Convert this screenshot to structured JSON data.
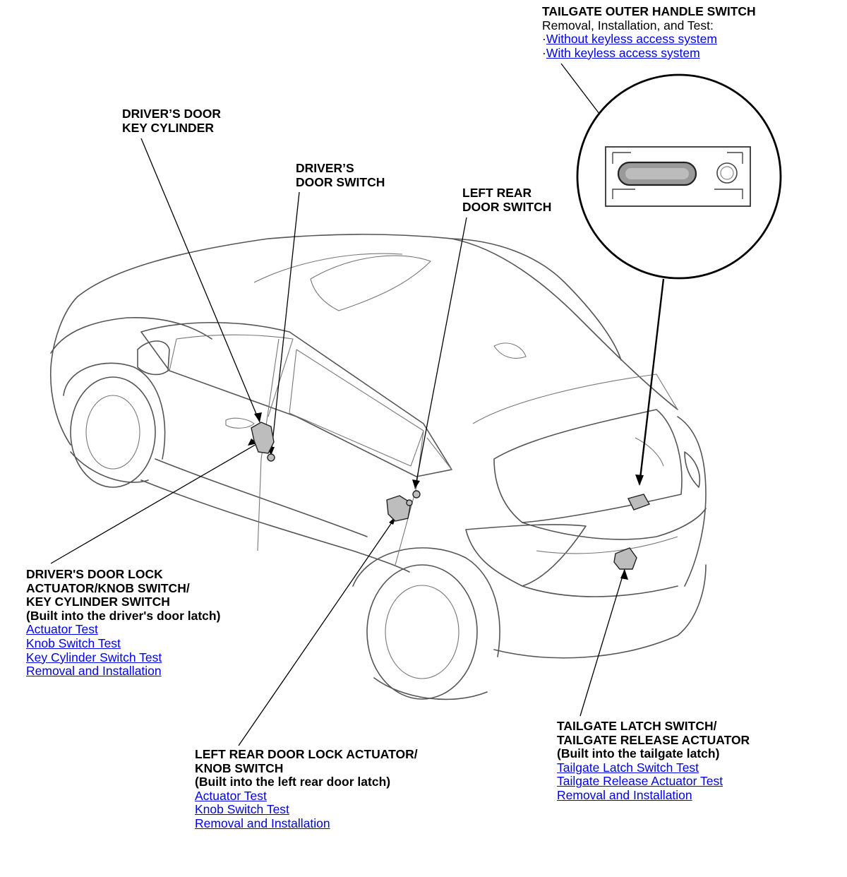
{
  "callouts": {
    "tailgate_handle": {
      "title": "TAILGATE OUTER HANDLE SWITCH",
      "subtitle": "Removal, Installation, and Test:",
      "links": [
        "Without keyless access system",
        "With keyless access system"
      ]
    },
    "driver_key_cylinder": {
      "lines": [
        "DRIVER’S DOOR",
        "KEY CYLINDER"
      ]
    },
    "driver_door_switch": {
      "lines": [
        "DRIVER’S",
        "DOOR SWITCH"
      ]
    },
    "left_rear_door_switch": {
      "lines": [
        "LEFT REAR",
        "DOOR SWITCH"
      ]
    },
    "driver_door_lock": {
      "lines": [
        "DRIVER'S DOOR LOCK",
        "ACTUATOR/KNOB SWITCH/",
        "KEY CYLINDER SWITCH",
        "(Built into the driver's door latch)"
      ],
      "links": [
        "Actuator Test",
        "Knob Switch Test",
        "Key Cylinder Switch Test",
        "Removal and Installation"
      ]
    },
    "left_rear_door_lock": {
      "lines": [
        "LEFT REAR DOOR LOCK ACTUATOR/",
        "KNOB SWITCH",
        "(Built into the left rear door latch)"
      ],
      "links": [
        "Actuator Test",
        "Knob Switch Test",
        "Removal and Installation"
      ]
    },
    "tailgate_latch": {
      "lines": [
        "TAILGATE LATCH SWITCH/",
        "TAILGATE RELEASE ACTUATOR",
        "(Built into the tailgate latch)"
      ],
      "links": [
        "Tailgate Latch Switch Test",
        "Tailgate Release Actuator Test",
        "Removal and Installation"
      ]
    }
  },
  "colors": {
    "link": "#0000ee",
    "text": "#000000",
    "outline": "#555555"
  }
}
